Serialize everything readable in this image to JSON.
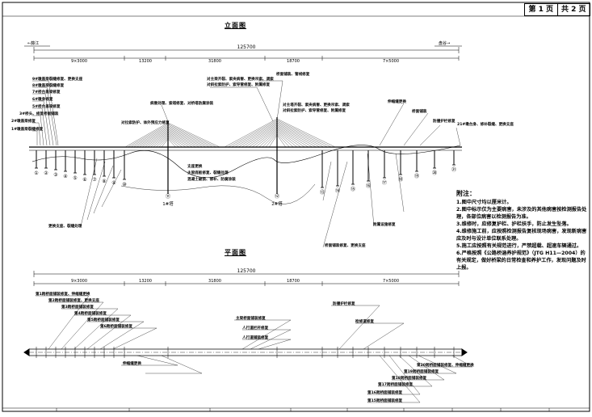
{
  "page_info": {
    "part1": "第 1 页",
    "part2": "共 2 页"
  },
  "elevation": {
    "title": "立面图",
    "total_length": "125700",
    "left_end": "←藤江",
    "right_end": "盘谷→",
    "spans": [
      "9×3000",
      "13200",
      "31800",
      "18700",
      "7×5000"
    ],
    "pier_numbers": [
      "①",
      "②",
      "③",
      "④",
      "⑤",
      "⑥",
      "⑦",
      "⑧",
      "⑨",
      "⑩",
      "⑪",
      "⑫",
      "⑬",
      "⑭",
      "⑮",
      "⑯",
      "⑰",
      "⑱",
      "⑲",
      "⑳",
      "㉑"
    ],
    "tower_labels": [
      "1#塔",
      "2#塔"
    ],
    "annotations": [
      "9#墩盖梁裂缝修复、更换支座",
      "8#墩盖梁裂缝修复",
      "7#桥台盖梁修复",
      "6#墩身修复",
      "5#桥台盖梁修复",
      "3#桥头、修复桥面铺装",
      "2#墩盖梁修复",
      "1#墩盖梁裂缝修复",
      "对主梁开裂、索夹病害、更换吊索、调索",
      "对斜拉索防护、索导管修复、附属修复",
      "病害处理、索塔修复、对桥塔防腐涂装",
      "对主塔开裂、索夹病害、更换吊索、调索",
      "对斜拉索防护、索导管修复、附属修复",
      "桥面铺装、管线修复",
      "对拉索防护、体外预应力修复",
      "支座更换",
      "主梁底板修复、裂缝处理",
      "混凝土破损、修补、防腐涂装",
      "伸缩缝更换",
      "21#墩台身、修补裂缝、更换支座",
      "桥面铺装",
      "防撞护栏修复",
      "更换支座、裂缝处理",
      "桥面铺装修复、更换支座",
      "附属设施修复"
    ]
  },
  "plan": {
    "title": "平面图",
    "total_length": "125700",
    "spans": [
      "9×3000",
      "13200",
      "31800",
      "18700",
      "7×5000"
    ],
    "annotations": [
      "第1跨桥面铺装修复、伸缩缝更换",
      "第2跨桥面铺装修复、更换支座",
      "第3跨桥面铺装修复",
      "第4跨桥面铺装修复",
      "第5跨桥面铺装修复",
      "第6跨桥面铺装修复",
      "主梁桥面铺装修复",
      "人行道栏杆修复",
      "人行道铺装修复",
      "第15跨桥面铺装修复",
      "第16跨桥面铺装修复",
      "第17跨桥面铺装修复",
      "第18跨桥面铺装修复",
      "第19跨桥面铺装修复",
      "第20跨桥面铺装修复、伸缩缝更换",
      "防撞护栏修复",
      "检修道修复",
      "伸缩缝更换"
    ]
  },
  "notes": {
    "title": "附注：",
    "items": [
      "1.图中尺寸均以厘米计。",
      "2.图中标示仅为主要病害，未涉及的其他病害按检测报告处理，各部位病害以检测报告为准。",
      "3.维修时，应修复护栏、护栏扶手，防止发生坠落。",
      "4.维修施工前，应按照检测报告复核现场病害，发现新病害应及时与设计单位联系处理。",
      "5.施工应按照有关规范进行，严禁超载、超速车辆通过。",
      "6.严格按照《公路桥涵养护规范》（JTG H11—2004）的有关规定，做好桥梁的日常检查和养护工作，发现问题及时上报。"
    ]
  }
}
